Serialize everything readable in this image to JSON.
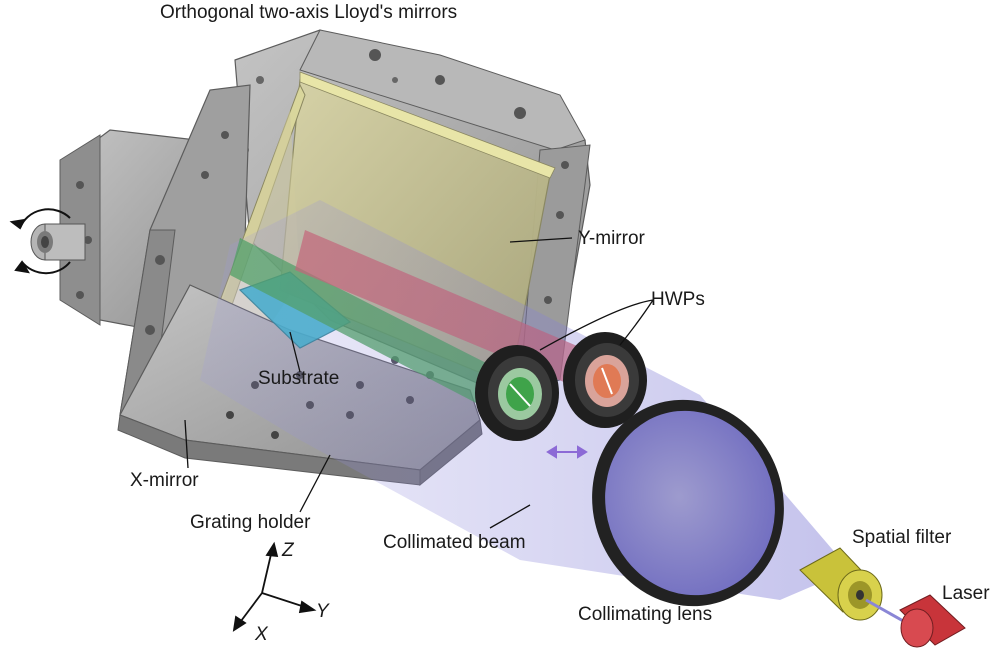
{
  "title": "Orthogonal two-axis Lloyd's mirrors",
  "labels": {
    "y_mirror": "Y-mirror",
    "hwps": "HWPs",
    "substrate": "Substrate",
    "x_mirror": "X-mirror",
    "grating_holder": "Grating holder",
    "collimated_beam": "Collimated beam",
    "spatial_filter": "Spatial filter",
    "laser": "Laser",
    "collimating_lens": "Collimating lens"
  },
  "axes": {
    "z": "Z",
    "y": "Y",
    "x": "X"
  },
  "colors": {
    "metal": "#a9a9a9",
    "metal_dark": "#6e6e6e",
    "mirror": "#c8c597",
    "beam": "#8a86d6",
    "green_beam": "#3fa34a",
    "red_beam": "#d2585c",
    "substrate": "#35b4c8",
    "spatial_filter": "#c9c23a",
    "laser": "#c8343a"
  }
}
